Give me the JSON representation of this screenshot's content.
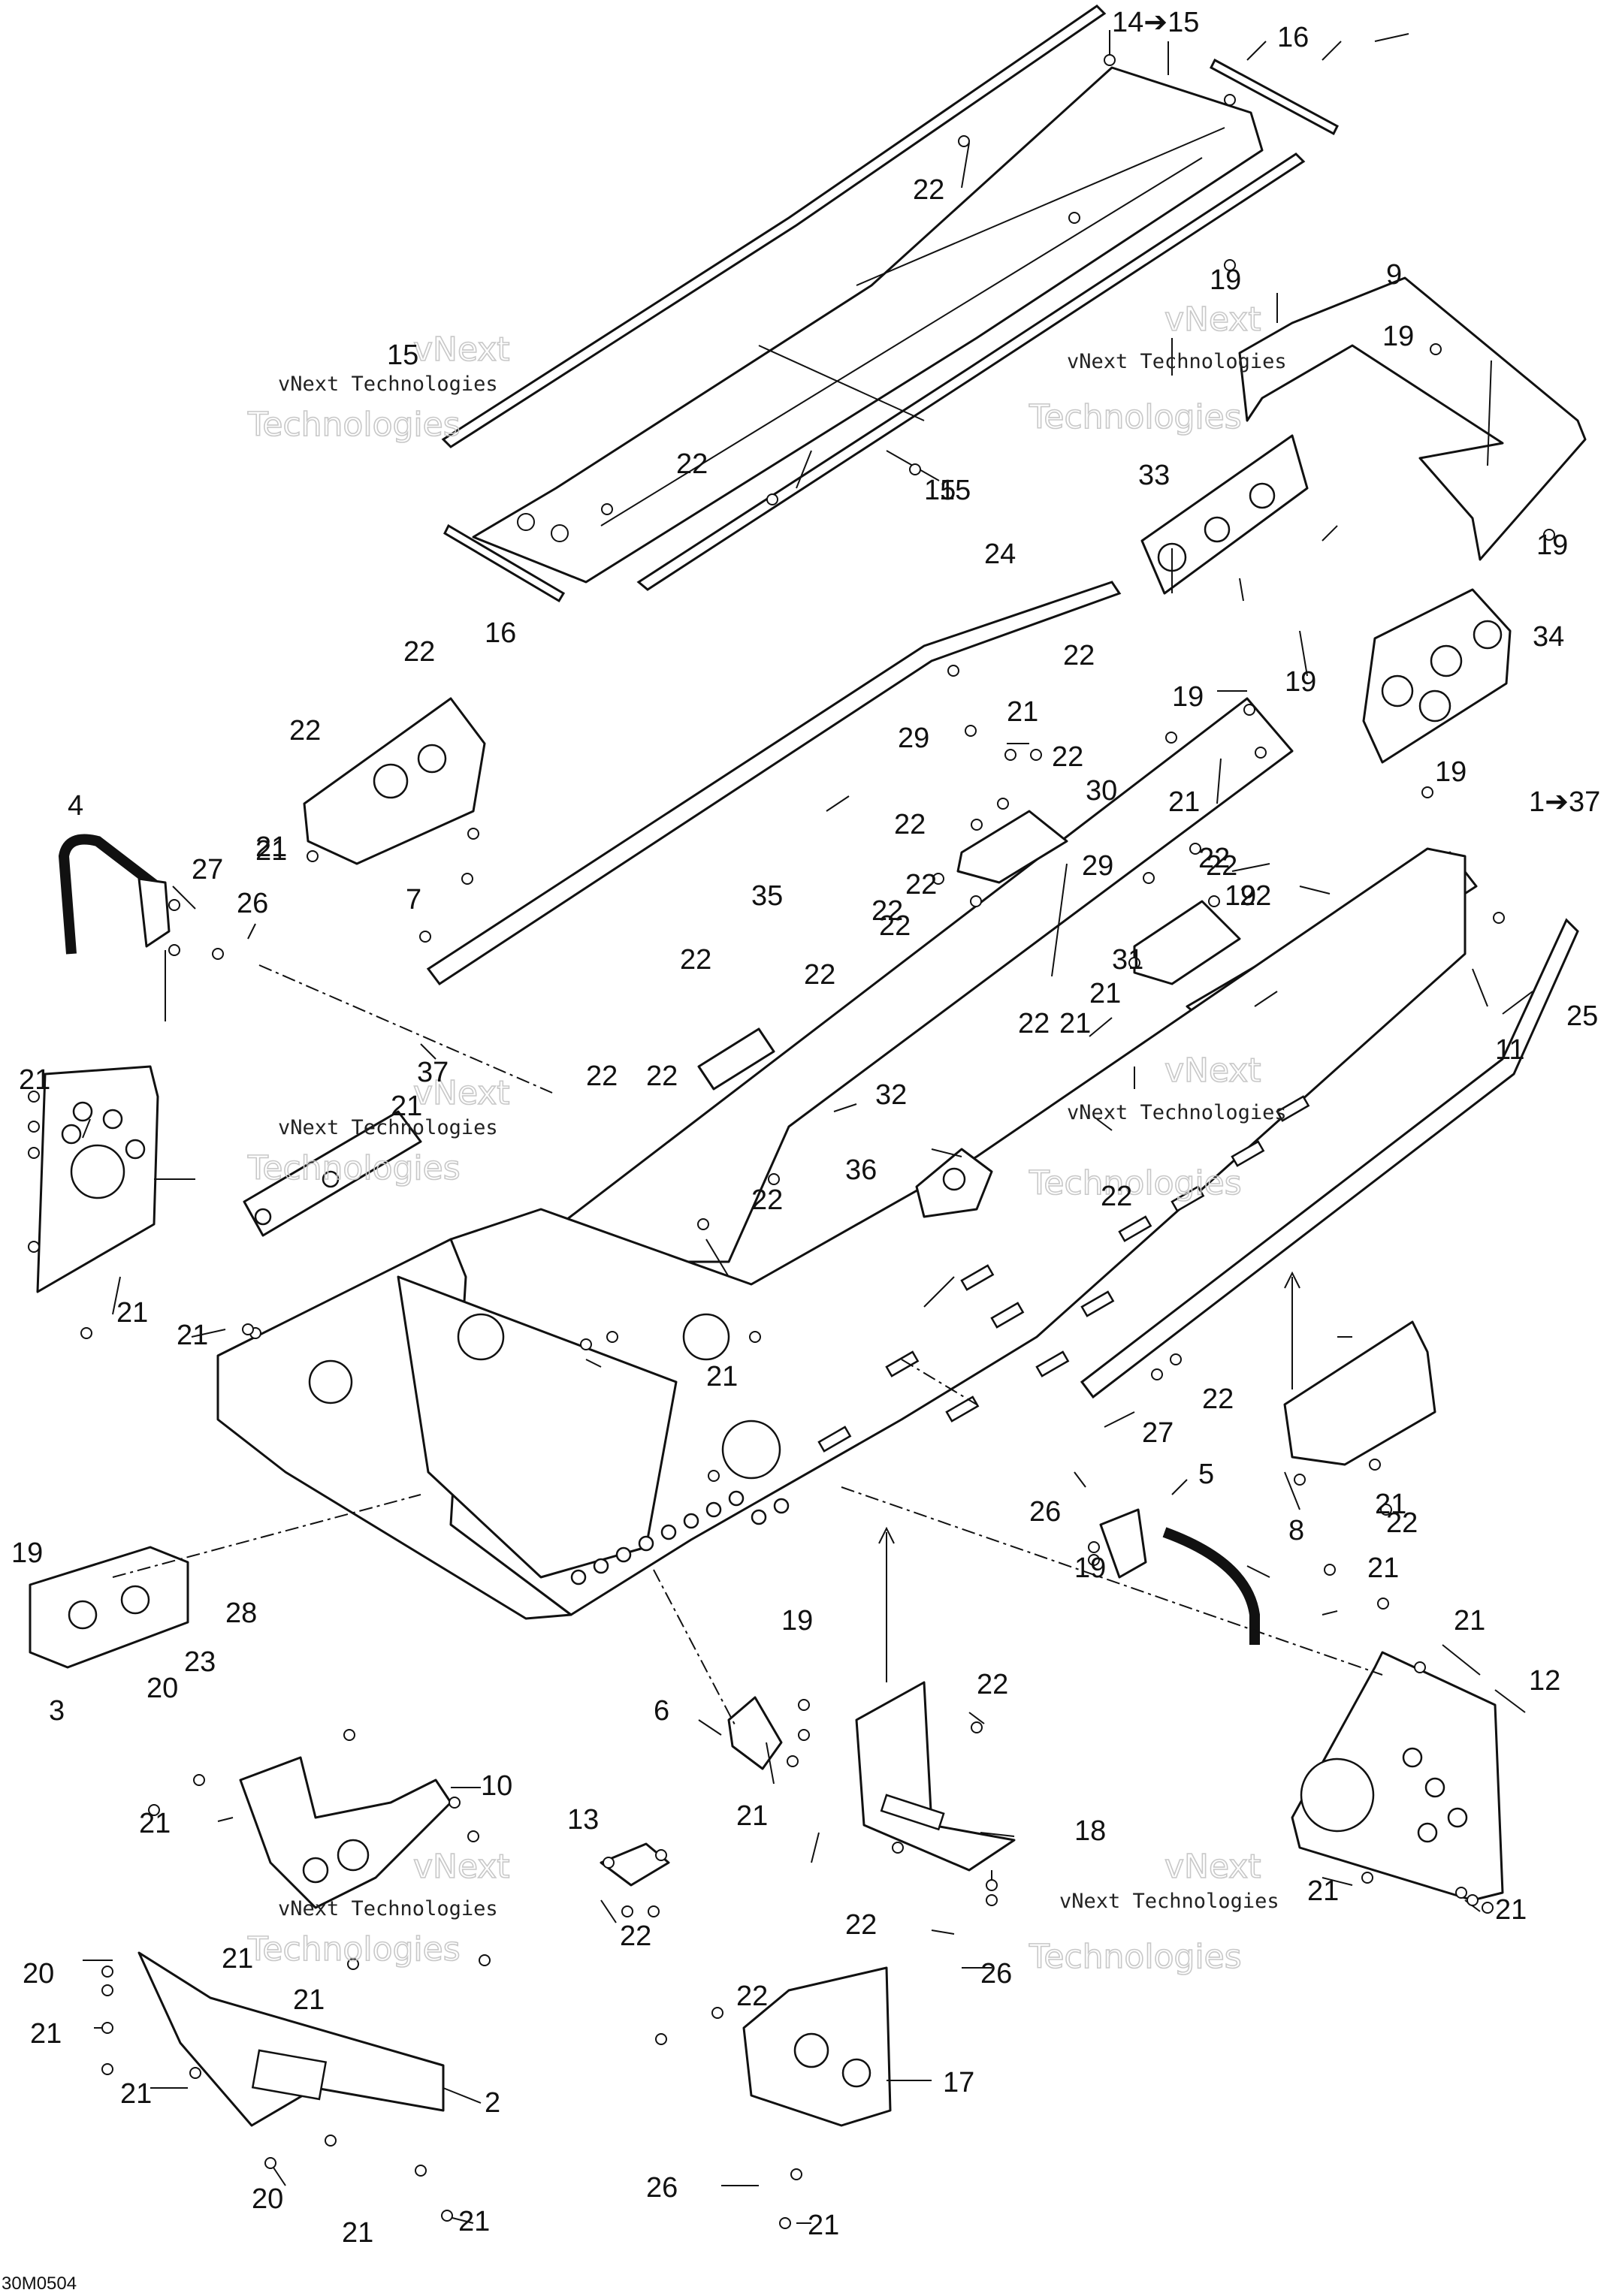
{
  "callouts": [
    "14➔15",
    "16",
    "22",
    "15",
    "9",
    "19",
    "19",
    "15",
    "22",
    "15",
    "33",
    "19",
    "16",
    "24",
    "34",
    "22",
    "22",
    "22",
    "19",
    "19",
    "21",
    "29",
    "22",
    "4",
    "27",
    "26",
    "21",
    "21",
    "7",
    "19",
    "22",
    "30",
    "21",
    "22",
    "1➔37",
    "29",
    "22",
    "22",
    "22",
    "19",
    "22",
    "22",
    "35",
    "22",
    "22",
    "31",
    "25",
    "21",
    "11",
    "21",
    "22",
    "22",
    "37",
    "22",
    "32",
    "36",
    "22",
    "22",
    "21",
    "21",
    "21",
    "22",
    "19",
    "28",
    "23",
    "3",
    "20",
    "21",
    "21",
    "19",
    "27",
    "5",
    "26",
    "21",
    "8",
    "22",
    "19",
    "21",
    "21",
    "12",
    "6",
    "22",
    "21",
    "10",
    "18",
    "13",
    "21",
    "22",
    "21",
    "21",
    "21",
    "21",
    "22",
    "26",
    "20",
    "21",
    "21",
    "22",
    "2",
    "17",
    "26",
    "21",
    "20",
    "21",
    "21"
  ],
  "watermark": {
    "brand": "vNext",
    "line": "vNext Technologies",
    "word": "Technologies"
  },
  "diagram_code": "30M0504"
}
